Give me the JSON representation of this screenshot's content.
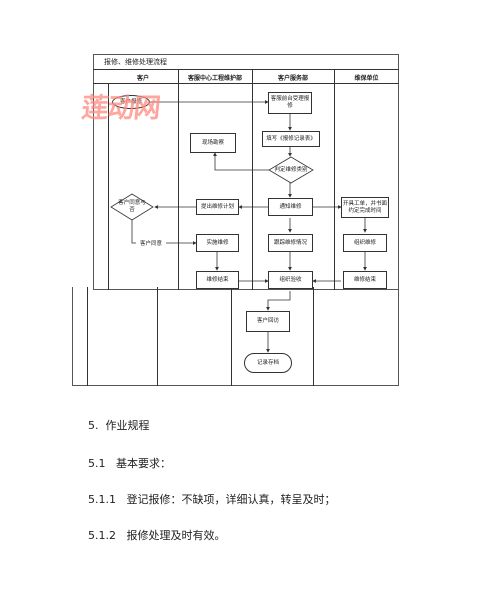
{
  "flowchart": {
    "title": "报修、维修处理流程",
    "lanes": [
      "客户",
      "客服中心工程维护部",
      "客户服务部",
      "维保单位"
    ],
    "nodes": {
      "customer_report": "客户报修",
      "service_accept": "客服前台受理报修",
      "fill_record": "填写《报修记录表》",
      "on_site_check": "现场勘察",
      "judge_type": "判定维修类别",
      "notify_repair": "通知维修",
      "issue_ticket": "开具工单，并书面约定完成时间",
      "repair_plan": "提出维修计划",
      "customer_agree": "客户同意与否",
      "implement": "实施维修",
      "track": "跟踪维修情况",
      "unit_repair": "组织维修",
      "repair_done": "维修结束",
      "org_accept": "组织验收",
      "unit_done": "维修结束",
      "customer_visit": "客户回访",
      "archive": "记录存档"
    },
    "edge_labels": {
      "customer_agree_yes": "客户同意"
    }
  },
  "watermark": "莲动网",
  "sections": [
    {
      "num": "5.",
      "text": "作业规程"
    },
    {
      "num": "5.1",
      "text": "基本要求："
    },
    {
      "num": "5.1.1",
      "text": "登记报修：不缺项，详细认真，转呈及时；"
    },
    {
      "num": "5.1.2",
      "text": "报修处理及时有效。"
    }
  ]
}
